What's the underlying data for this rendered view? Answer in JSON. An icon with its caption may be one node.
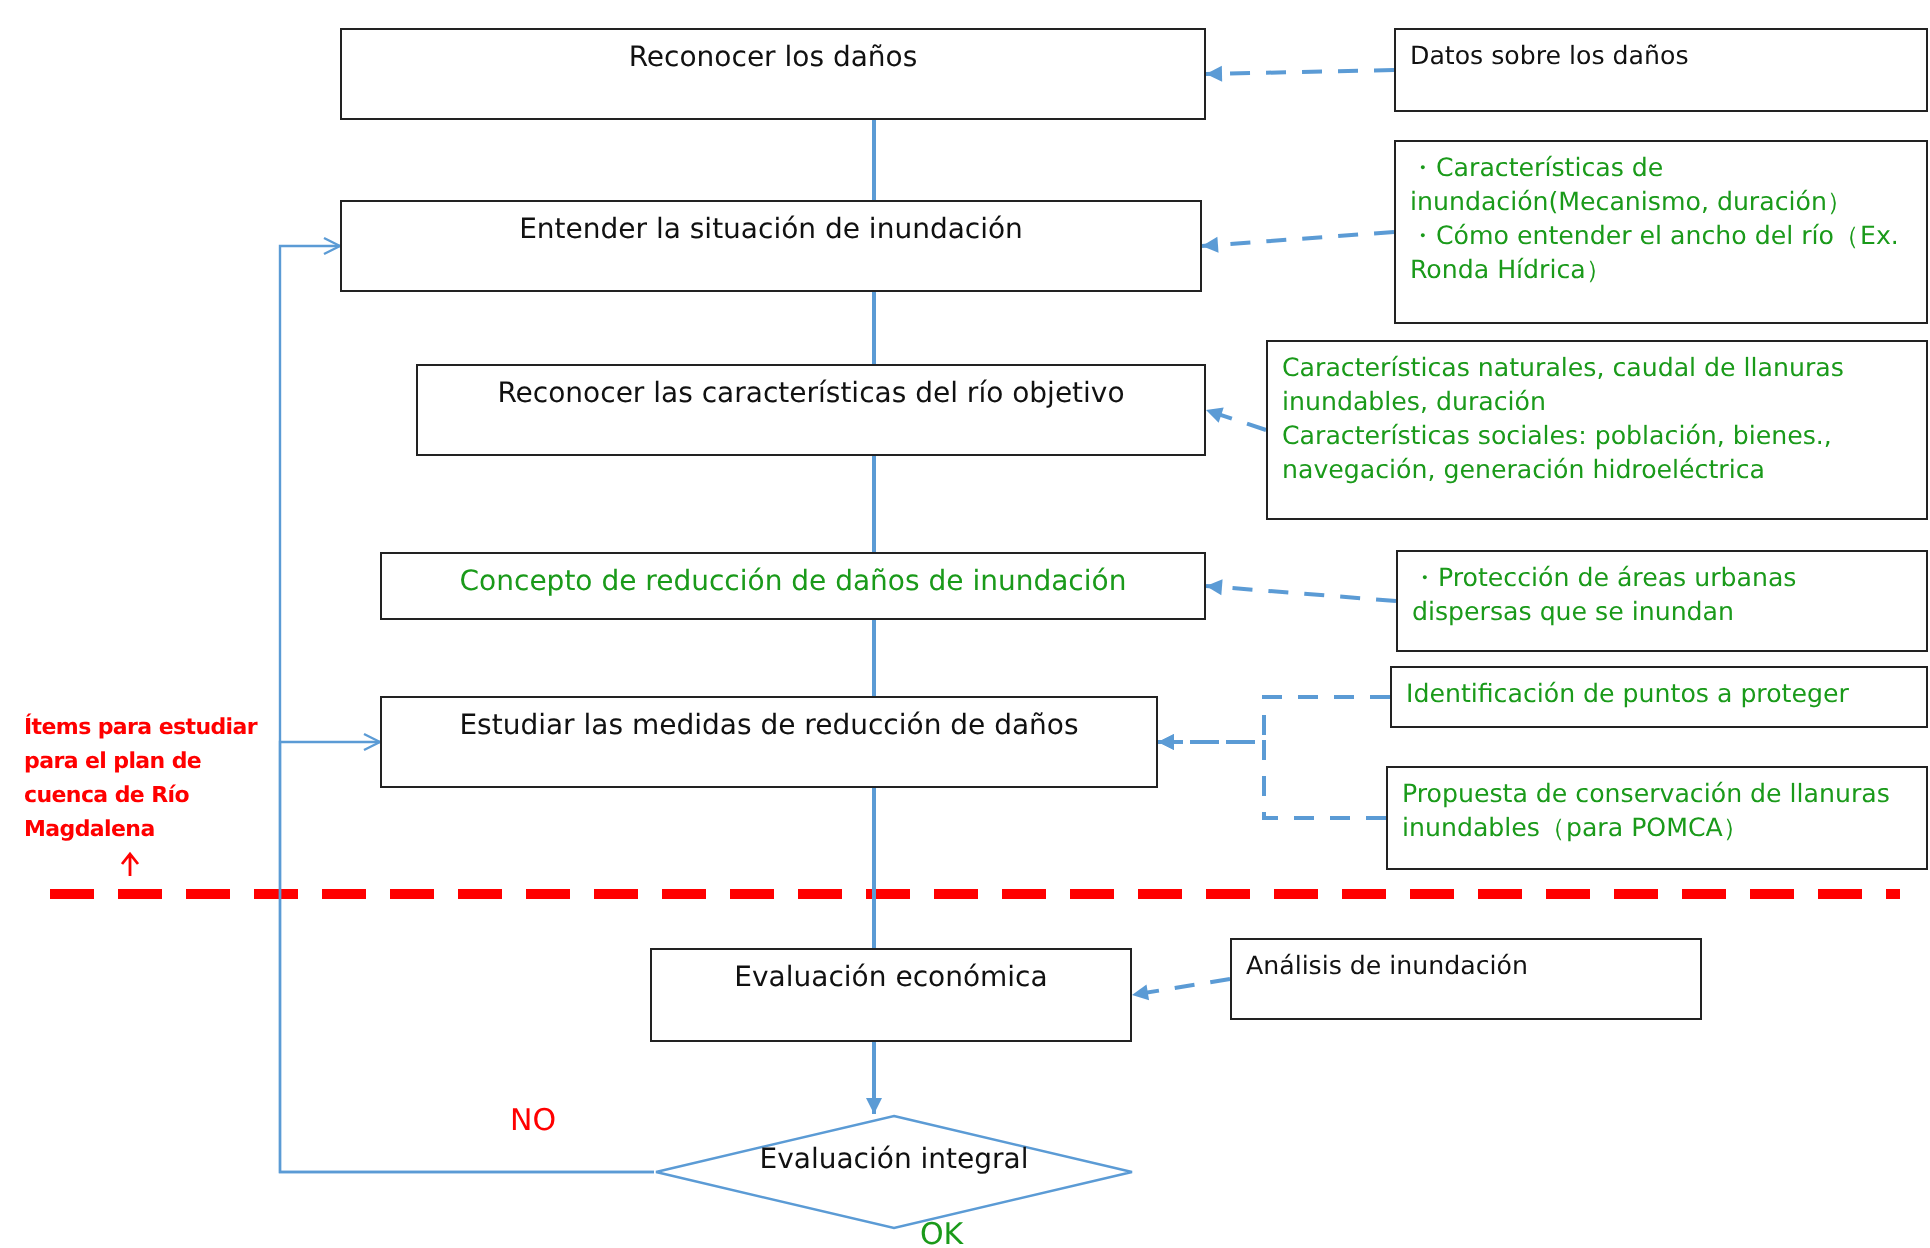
{
  "diagram": {
    "nodes": [
      {
        "text": [
          "Reconocer los daños"
        ]
      },
      {
        "text": [
          "Entender la situación de inundación"
        ]
      },
      {
        "text": [
          "Reconocer las características del río objetivo"
        ]
      },
      {
        "text": [
          "Concepto de reducción de daños de inundación"
        ]
      },
      {
        "text": [
          "Estudiar las medidas de reducción de daños"
        ]
      },
      {
        "text": [
          "Evaluación económica"
        ]
      },
      {
        "text": [
          "Evaluación integral"
        ]
      },
      {
        "text": [
          "Datos sobre los daños"
        ]
      },
      {
        "text": [
          "・Características de inundación(Mecanismo, duración）",
          "・Cómo entender el ancho del río（Ex. Ronda Hídrica）"
        ]
      },
      {
        "text": [
          "Características naturales, caudal de llanuras inundables, duración",
          "Características sociales: población, bienes., navegación, generación hidroeléctrica"
        ]
      },
      {
        "text": [
          "・Protección de áreas urbanas dispersas que se inundan"
        ]
      },
      {
        "text": [
          "Identificación de puntos a proteger"
        ]
      },
      {
        "text": [
          "Propuesta de conservación de llanuras inundables（para POMCA）"
        ]
      },
      {
        "text": [
          "Análisis de inundación"
        ]
      }
    ],
    "edges": [
      {
        "from": 0,
        "to": 1,
        "arrow": "none"
      },
      {
        "from": 1,
        "to": 2,
        "arrow": "none"
      },
      {
        "from": 2,
        "to": 3,
        "arrow": "none"
      },
      {
        "from": 3,
        "to": 4,
        "arrow": "none"
      },
      {
        "from": 4,
        "to": 5,
        "arrow": "none"
      },
      {
        "from": 5,
        "to": 6,
        "arrow": "to"
      },
      {
        "from": 6,
        "to": 1,
        "arrow": "to",
        "label": "NO"
      },
      {
        "from": 6,
        "to": 4,
        "arrow": "to"
      },
      {
        "from": 7,
        "to": 0,
        "arrow": "to",
        "style": "dashed"
      },
      {
        "from": 8,
        "to": 1,
        "arrow": "to",
        "style": "dashed"
      },
      {
        "from": 9,
        "to": 2,
        "arrow": "to",
        "style": "dashed"
      },
      {
        "from": 10,
        "to": 3,
        "arrow": "to",
        "style": "dashed"
      },
      {
        "from": 11,
        "to": 4,
        "arrow": "to",
        "style": "dashed"
      },
      {
        "from": 12,
        "to": 4,
        "arrow": "to",
        "style": "dashed"
      },
      {
        "from": 13,
        "to": 5,
        "arrow": "to",
        "style": "dashed"
      }
    ],
    "labels": [
      "Ítems para estudiar para el plan de cuenca de Río Magdalena",
      "OK"
    ]
  }
}
